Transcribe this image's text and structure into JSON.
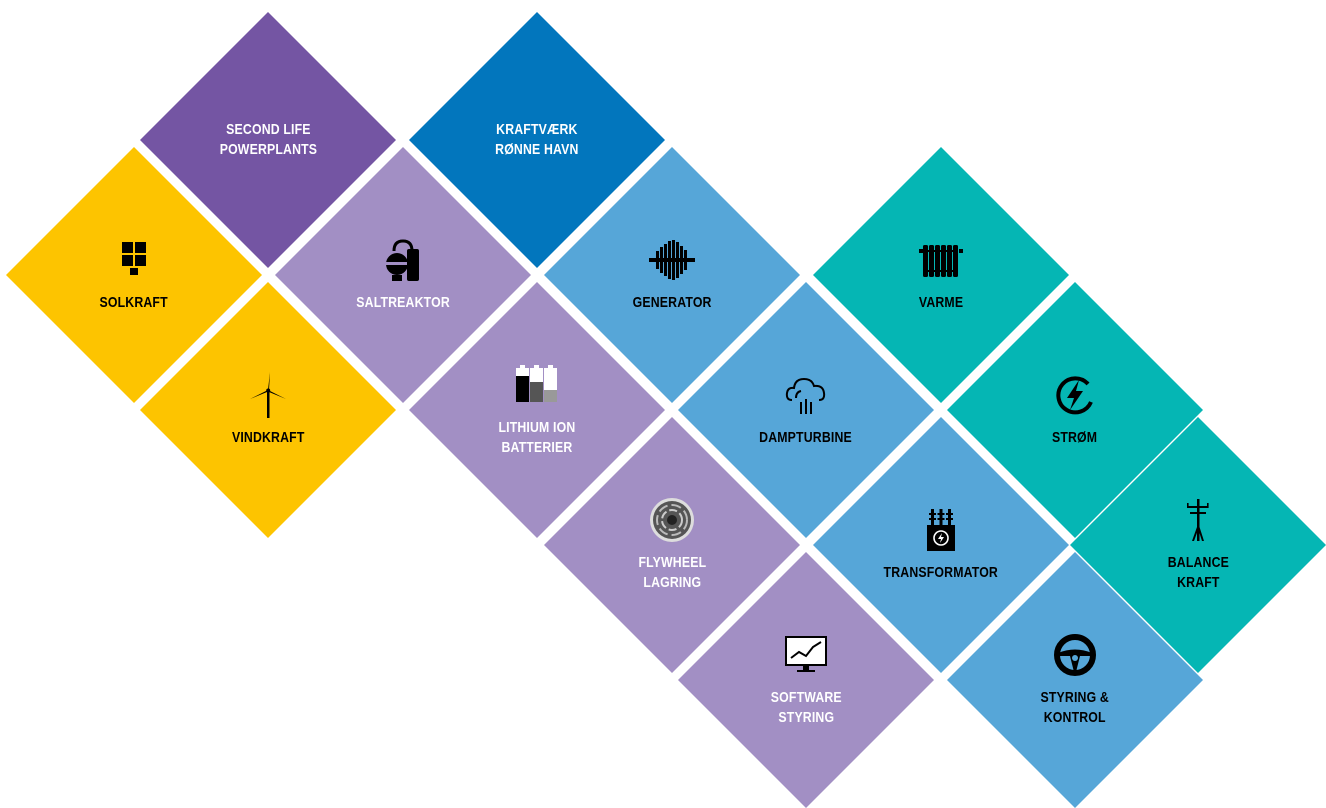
{
  "colors": {
    "yellow": "#fdc400",
    "dark_purple": "#7455a3",
    "light_purple": "#a28fc4",
    "dark_blue": "#0276bd",
    "light_blue": "#56a6d8",
    "teal": "#05b6b4"
  },
  "tiles": {
    "solkraft": {
      "lines": [
        "SOLKRAFT"
      ],
      "icon": "solar-panel-icon",
      "color": "#fdc400"
    },
    "vindkraft": {
      "lines": [
        "VINDKRAFT"
      ],
      "icon": "wind-turbine-icon",
      "color": "#fdc400"
    },
    "second_life": {
      "lines": [
        "SECOND LIFE",
        "POWERPLANTS"
      ],
      "icon": "",
      "color": "#7455a3"
    },
    "saltreaktor": {
      "lines": [
        "SALTREAKTOR"
      ],
      "icon": "reactor-tank-icon",
      "color": "#a28fc4"
    },
    "lithium": {
      "lines": [
        "LITHIUM ION",
        "BATTERIER"
      ],
      "icon": "battery-cells-icon",
      "color": "#a28fc4"
    },
    "flywheel": {
      "lines": [
        "FLYWHEEL",
        "LAGRING"
      ],
      "icon": "flywheel-icon",
      "color": "#a28fc4"
    },
    "software": {
      "lines": [
        "SOFTWARE",
        "STYRING"
      ],
      "icon": "chart-monitor-icon",
      "color": "#a28fc4"
    },
    "kraftvaerk": {
      "lines": [
        "KRAFTVÆRK",
        "RØNNE HAVN"
      ],
      "icon": "",
      "color": "#0276bd"
    },
    "generator": {
      "lines": [
        "GENERATOR"
      ],
      "icon": "generator-icon",
      "color": "#56a6d8"
    },
    "dampturbine": {
      "lines": [
        "DAMPTURBINE"
      ],
      "icon": "steam-cloud-icon",
      "color": "#56a6d8"
    },
    "transformator": {
      "lines": [
        "TRANSFORMATOR"
      ],
      "icon": "transformer-icon",
      "color": "#56a6d8"
    },
    "styring": {
      "lines": [
        "STYRING &",
        "KONTROL"
      ],
      "icon": "steering-wheel-icon",
      "color": "#56a6d8"
    },
    "varme": {
      "lines": [
        "VARME"
      ],
      "icon": "radiator-icon",
      "color": "#05b6b4"
    },
    "strom": {
      "lines": [
        "STRØM"
      ],
      "icon": "lightning-icon",
      "color": "#05b6b4"
    },
    "balance": {
      "lines": [
        "BALANCE",
        "KRAFT"
      ],
      "icon": "power-pole-icon",
      "color": "#05b6b4"
    }
  }
}
